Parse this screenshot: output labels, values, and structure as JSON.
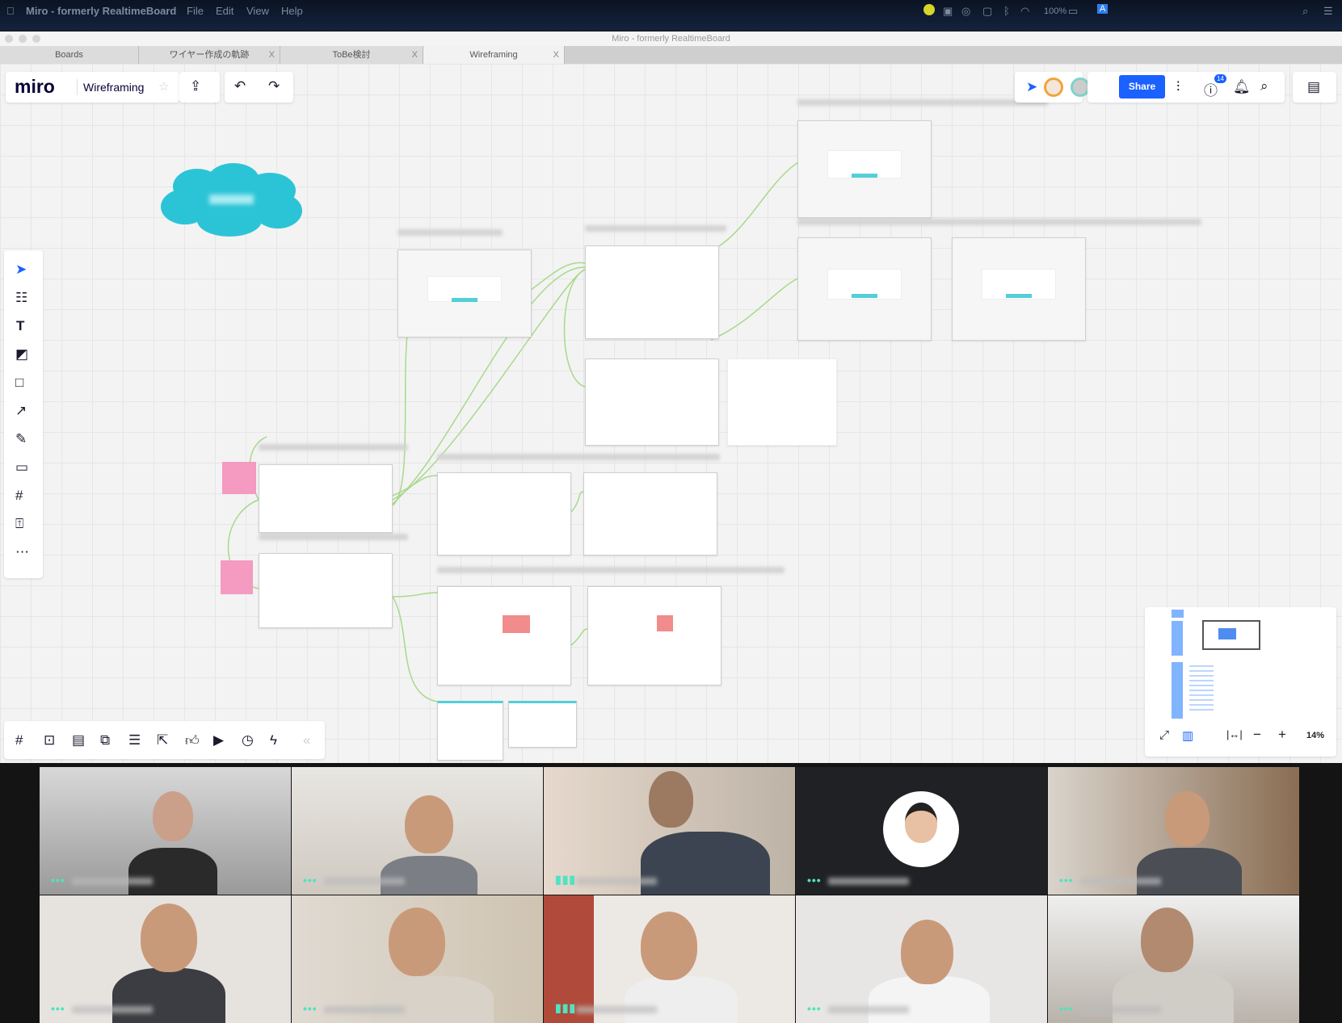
{
  "menubar": {
    "app": "Miro - formerly RealtimeBoard",
    "menus": [
      "File",
      "Edit",
      "View",
      "Help"
    ],
    "battery": "100%"
  },
  "window": {
    "title": "Miro - formerly RealtimeBoard"
  },
  "tabs": [
    {
      "label": "Boards"
    },
    {
      "label": "ワイヤー作成の軌跡"
    },
    {
      "label": "ToBe検討"
    },
    {
      "label": "Wireframing",
      "active": true
    }
  ],
  "tab_close": "X",
  "board": {
    "logo": "miro",
    "name": "Wireframing"
  },
  "toolbar": {
    "share_label": "Share",
    "help_badge": "14"
  },
  "zoom": {
    "level": "14%"
  },
  "colors": {
    "accent": "#1a61ff",
    "cloud": "#2bc4d6",
    "sticky": "#f59ac0",
    "connector": "#a8d98a",
    "speaking": "#4fe3c1"
  }
}
